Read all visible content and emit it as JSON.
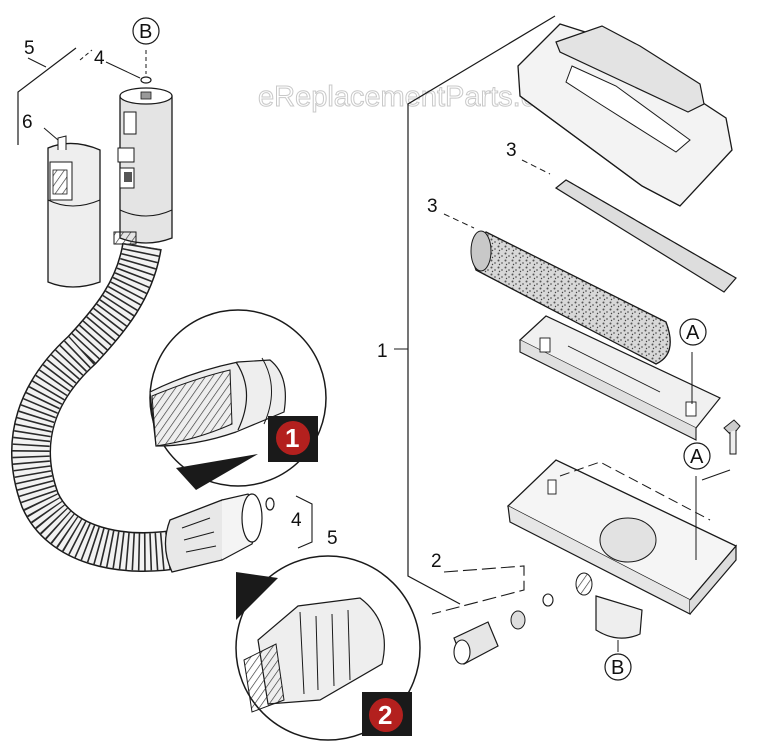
{
  "watermark": "eReplacementParts.com",
  "callouts": {
    "part_1": "1",
    "part_2": "2",
    "part_3_upper": "3",
    "part_3_lower": "3",
    "part_4_top": "4",
    "part_4_bottom": "4",
    "part_5_top": "5",
    "part_5_bottom": "5",
    "part_6": "6"
  },
  "reference_letters": {
    "b_top": "B",
    "b_bottom": "B",
    "a_upper": "A",
    "a_lower": "A"
  },
  "detail_badges": {
    "detail_1": "1",
    "detail_2": "2"
  },
  "colors": {
    "badge_red": "#b3201e",
    "line": "#1a1a1a",
    "watermark": "#c9c9c9"
  }
}
